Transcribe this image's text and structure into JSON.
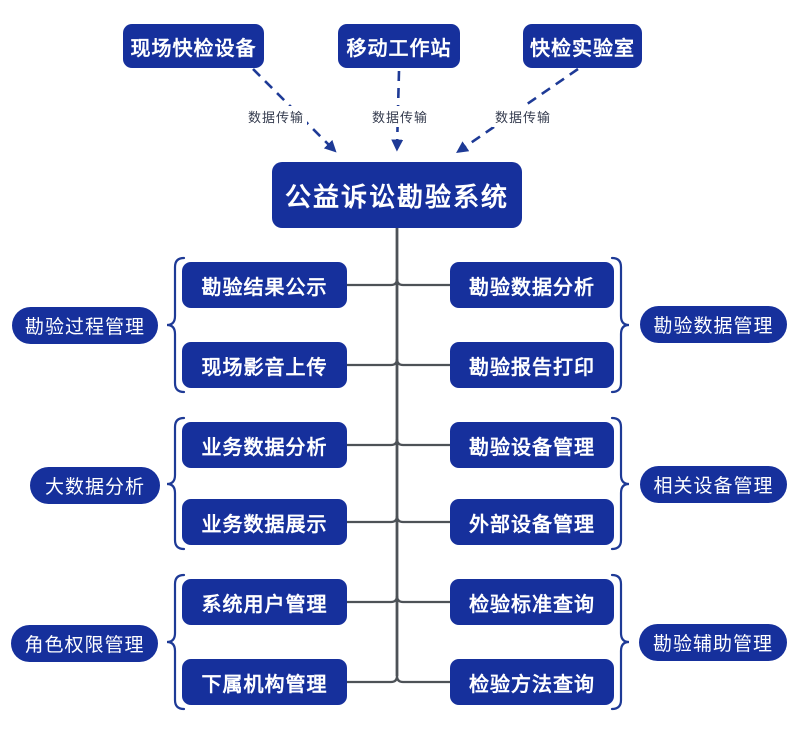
{
  "colors": {
    "node_blue": "#16309c",
    "line_gray": "#4d5257",
    "connector_navy": "#1e3a96",
    "label_color": "#343b4e"
  },
  "top_nodes": [
    {
      "label": "现场快检设备"
    },
    {
      "label": "移动工作站"
    },
    {
      "label": "快检实验室"
    }
  ],
  "transfer_labels": [
    "数据传输",
    "数据传输",
    "数据传输"
  ],
  "center_node": {
    "label": "公益诉讼勘验系统"
  },
  "groups": [
    {
      "side": "left",
      "category": "勘验过程管理",
      "items": [
        "勘验结果公示",
        "现场影音上传"
      ]
    },
    {
      "side": "right",
      "category": "勘验数据管理",
      "items": [
        "勘验数据分析",
        "勘验报告打印"
      ]
    },
    {
      "side": "left",
      "category": "大数据分析",
      "items": [
        "业务数据分析",
        "业务数据展示"
      ]
    },
    {
      "side": "right",
      "category": "相关设备管理",
      "items": [
        "勘验设备管理",
        "外部设备管理"
      ]
    },
    {
      "side": "left",
      "category": "角色权限管理",
      "items": [
        "系统用户管理",
        "下属机构管理"
      ]
    },
    {
      "side": "right",
      "category": "勘验辅助管理",
      "items": [
        "检验标准查询",
        "检验方法查询"
      ]
    }
  ]
}
